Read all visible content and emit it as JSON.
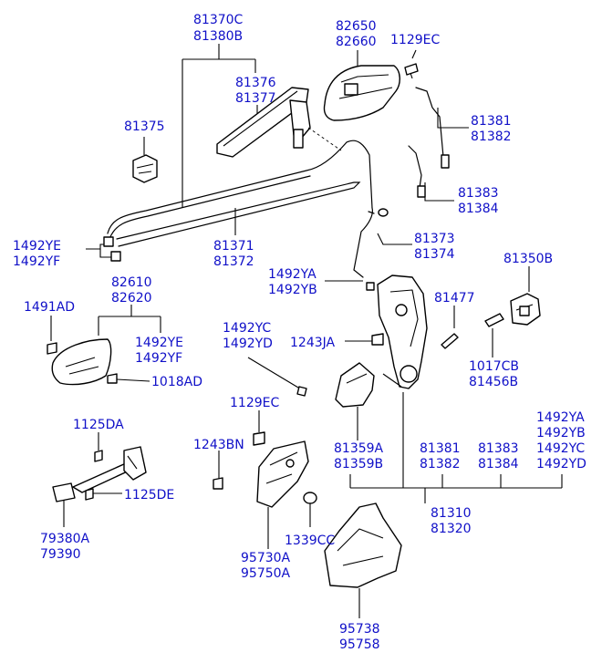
{
  "labels": {
    "l81370c": "81370C",
    "l81380b": "81380B",
    "l81376": "81376",
    "l81377": "81377",
    "l82650": "82650",
    "l82660": "82660",
    "l1129ec_top": "1129EC",
    "l81381_top": "81381",
    "l81382_top": "81382",
    "l81375": "81375",
    "l81383_top": "81383",
    "l81384_top": "81384",
    "l1492ye_top": "1492YE",
    "l1492yf_top": "1492YF",
    "l81371": "81371",
    "l81372": "81372",
    "l81373": "81373",
    "l81374": "81374",
    "l81350b": "81350B",
    "l82610": "82610",
    "l82620": "82620",
    "l1492ya_mid": "1492YA",
    "l1492yb_mid": "1492YB",
    "l1491ad": "1491AD",
    "l81477": "81477",
    "l1492ye_mid": "1492YE",
    "l1492yf_mid": "1492YF",
    "l1492yc_mid": "1492YC",
    "l1492yd_mid": "1492YD",
    "l1243ja": "1243JA",
    "l1017cb": "1017CB",
    "l81456b": "81456B",
    "l1018ad": "1018AD",
    "l1129ec_mid": "1129EC",
    "l1125da": "1125DA",
    "l1243bn": "1243BN",
    "l81359a": "81359A",
    "l81359b": "81359B",
    "l81381_bot": "81381",
    "l81382_bot": "81382",
    "l81383_bot": "81383",
    "l81384_bot": "81384",
    "l1492ya_r": "1492YA",
    "l1492yb_r": "1492YB",
    "l1492yc_r": "1492YC",
    "l1492yd_r": "1492YD",
    "l1125de": "1125DE",
    "l81310": "81310",
    "l81320": "81320",
    "l79380a": "79380A",
    "l79390": "79390",
    "l1339cc": "1339CC",
    "l95730a": "95730A",
    "l95750a": "95750A",
    "l95738": "95738",
    "l95758": "95758"
  },
  "colors": {
    "label": "#1010c8",
    "line": "#000000",
    "background": "#ffffff"
  }
}
